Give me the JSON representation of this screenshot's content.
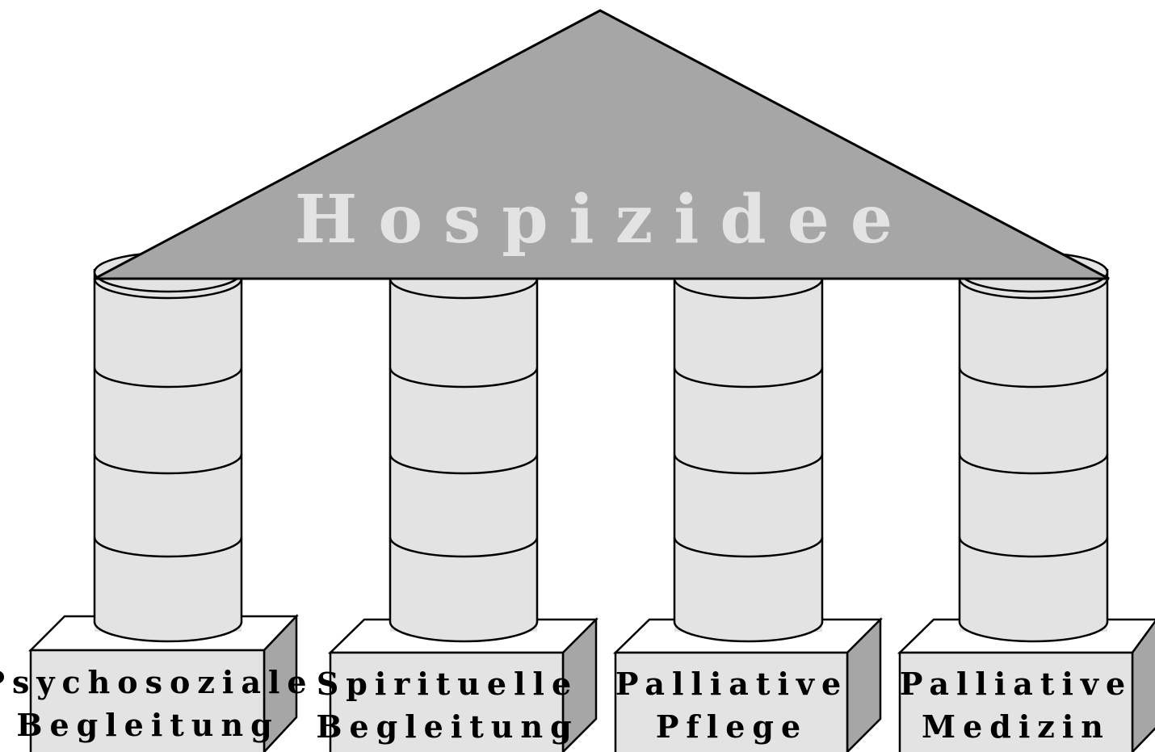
{
  "roof": {
    "label": "Hospizidee"
  },
  "pillars": [
    {
      "line1": "Psychosoziale",
      "line2": "Begleitung"
    },
    {
      "line1": "Spirituelle",
      "line2": "Begleitung"
    },
    {
      "line1": "Palliative",
      "line2": "Pflege"
    },
    {
      "line1": "Palliative",
      "line2": "Medizin"
    }
  ],
  "colors": {
    "roof": "#a6a6a6",
    "roof_text": "#e3e3e3",
    "column": "#e3e3e3",
    "base_top": "#ffffff",
    "base_front": "#e3e3e3",
    "base_side": "#a6a6a6",
    "outline": "#000000"
  }
}
